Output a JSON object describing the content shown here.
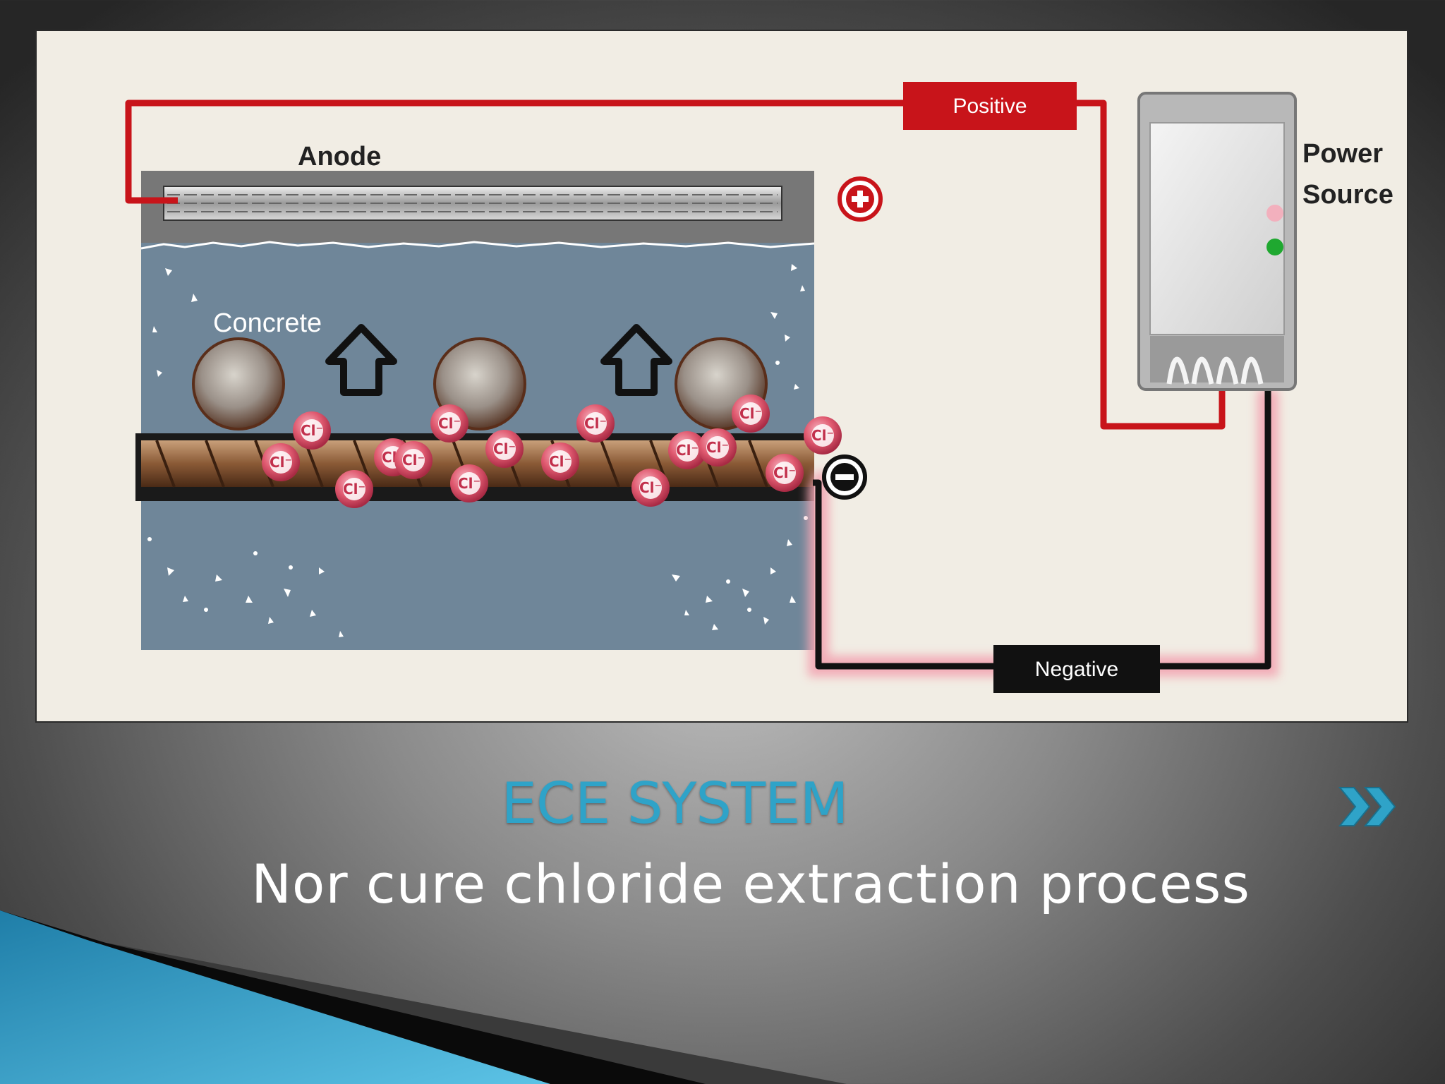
{
  "diagram": {
    "labels": {
      "anode": "Anode",
      "concrete": "Concrete",
      "positive": "Positive",
      "negative": "Negative",
      "power_source_line1": "Power",
      "power_source_line2": "Source"
    },
    "ion_label": "Cl⁻",
    "colors": {
      "positive_wire": "#c8141a",
      "negative_wire": "#111111",
      "concrete": "#6f8699",
      "ion": "#e05a70"
    }
  },
  "slide": {
    "title": "ECE SYSTEM",
    "subtitle": "Nor cure chloride extraction process"
  }
}
